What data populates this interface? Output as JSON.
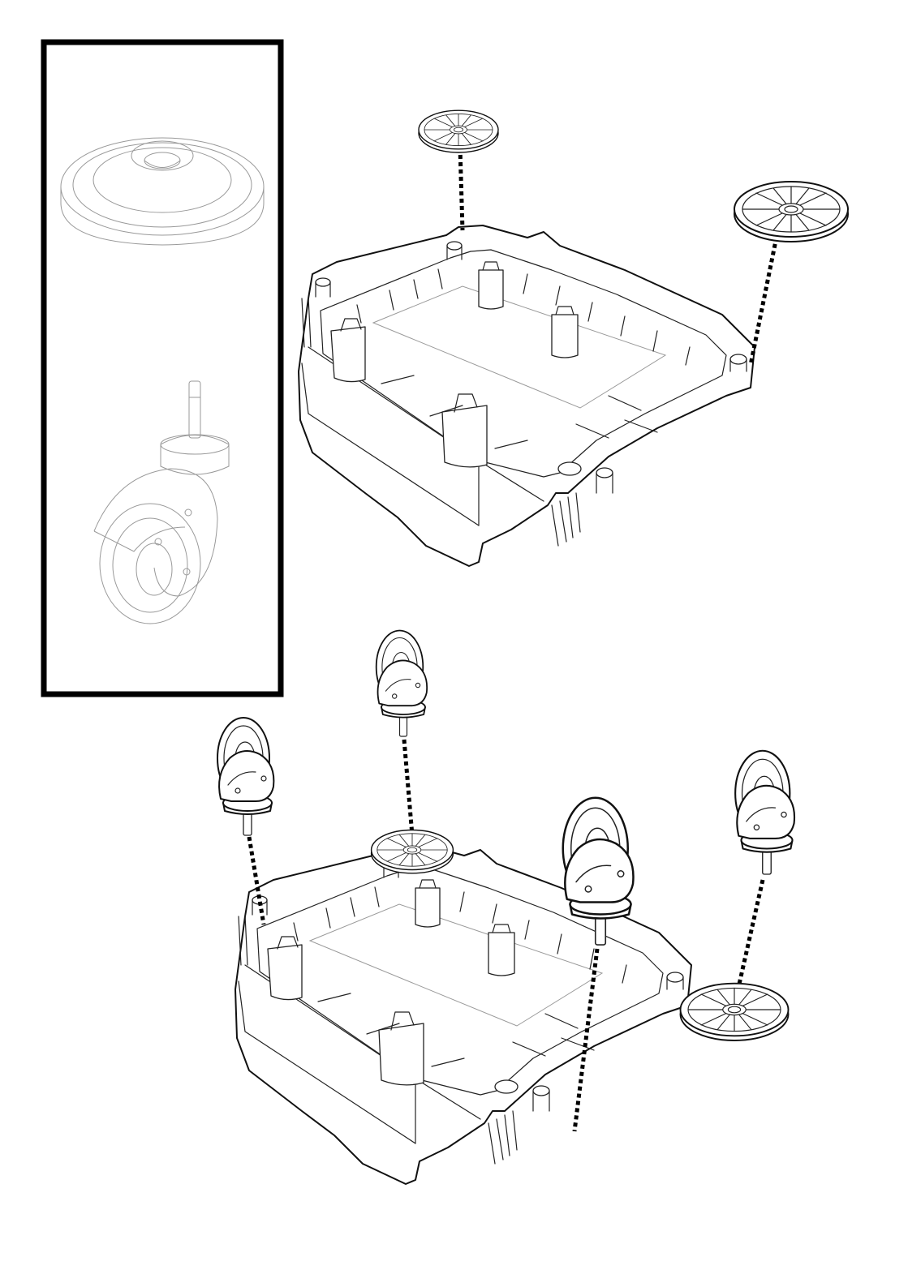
{
  "diagram": {
    "steps": [
      {
        "action": "attach-glides"
      },
      {
        "action": "attach-casters"
      }
    ],
    "inset_parts": [
      "glide-disc",
      "caster-wheel"
    ],
    "colors": {
      "line": "#111111",
      "background": "#ffffff",
      "dash": "#000000"
    }
  }
}
